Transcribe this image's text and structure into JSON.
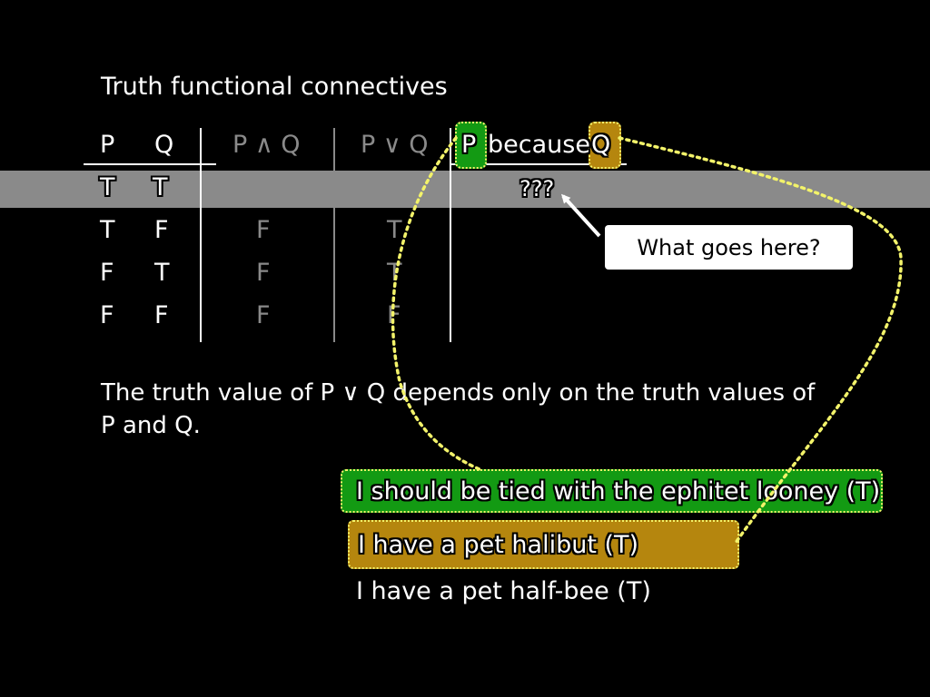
{
  "title": "Truth functional connectives",
  "table": {
    "headers": {
      "p": "P",
      "q": "Q",
      "and": "P ∧ Q",
      "or": "P ∨ Q",
      "because_p": "P",
      "because_word": "because",
      "because_q": "Q"
    },
    "rows": [
      {
        "p": "T",
        "q": "T",
        "and": "",
        "or": "",
        "because": "???"
      },
      {
        "p": "T",
        "q": "F",
        "and": "F",
        "or": "T",
        "because": ""
      },
      {
        "p": "F",
        "q": "T",
        "and": "F",
        "or": "T",
        "because": ""
      },
      {
        "p": "F",
        "q": "F",
        "and": "F",
        "or": "F",
        "because": ""
      }
    ]
  },
  "callout": "What goes here?",
  "paragraph": {
    "line1": "The truth value of P ∨ Q depends only on the truth values of",
    "line2": "P and Q."
  },
  "examples": {
    "p_sentence": "I should be tied with the ephitet looney (T)",
    "q_sentence": "I have a pet halibut (T)",
    "other_sentence": "I have a pet half-bee (T)"
  },
  "colors": {
    "background": "#000000",
    "highlight_row": "#8a8a8a",
    "p_tag": "#139a13",
    "q_tag": "#b5860e",
    "dotted_line": "#f3f36a",
    "dimmed_text": "#8a8a8a"
  }
}
